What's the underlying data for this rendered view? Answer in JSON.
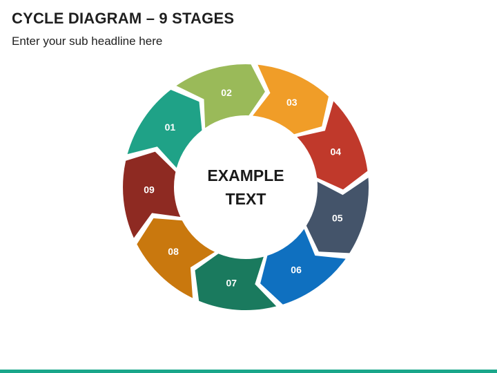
{
  "header": {
    "title": "CYCLE DIAGRAM – 9 STAGES",
    "subtitle": "Enter your sub headline here"
  },
  "center": {
    "line1": "EXAMPLE",
    "line2": "TEXT"
  },
  "stages": [
    {
      "label": "01",
      "color": "#1fa287"
    },
    {
      "label": "02",
      "color": "#9aba59"
    },
    {
      "label": "03",
      "color": "#f09d28"
    },
    {
      "label": "04",
      "color": "#c0392b"
    },
    {
      "label": "05",
      "color": "#44546a"
    },
    {
      "label": "06",
      "color": "#0f70c0"
    },
    {
      "label": "07",
      "color": "#1a7a5e"
    },
    {
      "label": "08",
      "color": "#c9780e"
    },
    {
      "label": "09",
      "color": "#8e2a22"
    }
  ],
  "footer": {
    "color": "#1aa68a"
  }
}
